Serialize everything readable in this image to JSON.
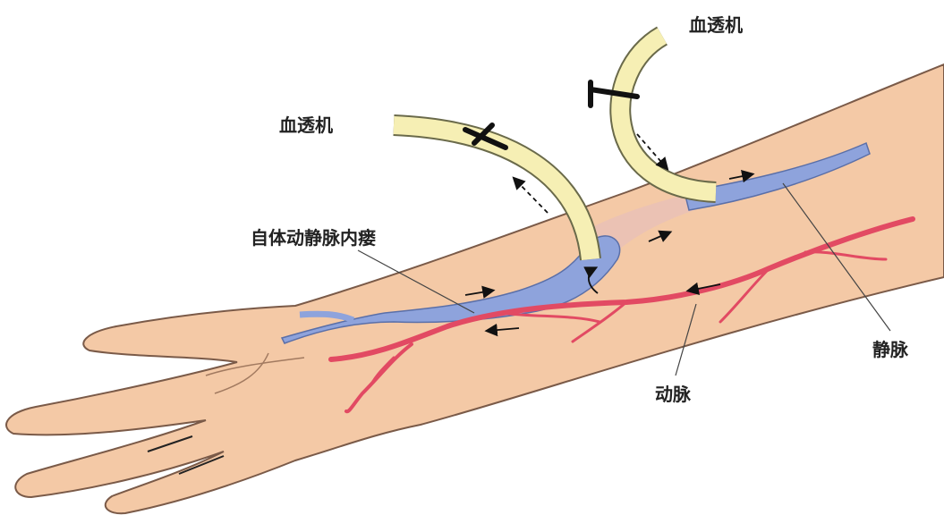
{
  "labels": {
    "dialysis_machine_left": "血透机",
    "dialysis_machine_right": "血透机",
    "av_fistula": "自体动静脉内瘘",
    "vein": "静脉",
    "artery": "动脉"
  },
  "colors": {
    "skin": "#f4c9a6",
    "skin_outline": "#7a5a48",
    "vein": "#8ea3dc",
    "artery": "#e24a63",
    "tube": "#f6efb4"
  }
}
